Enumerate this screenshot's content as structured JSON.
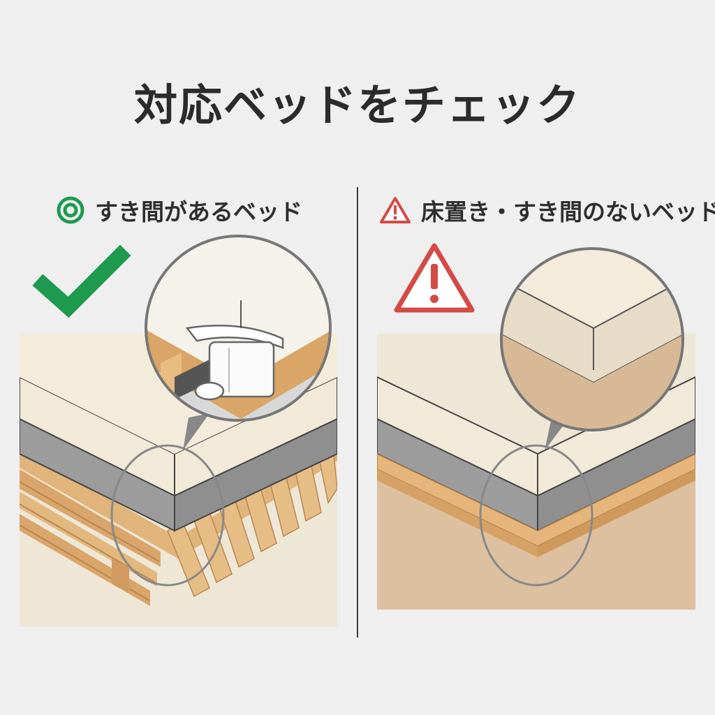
{
  "title": "対応ベッドをチェック",
  "left_panel": {
    "heading": "すき間があるベッド",
    "heading_icon": "double-circle-icon",
    "accent_color": "#1e9a4f"
  },
  "right_panel": {
    "heading": "床置き・すき間のないベッド",
    "heading_icon": "warning-triangle-icon",
    "accent_color": "#d44a44"
  }
}
